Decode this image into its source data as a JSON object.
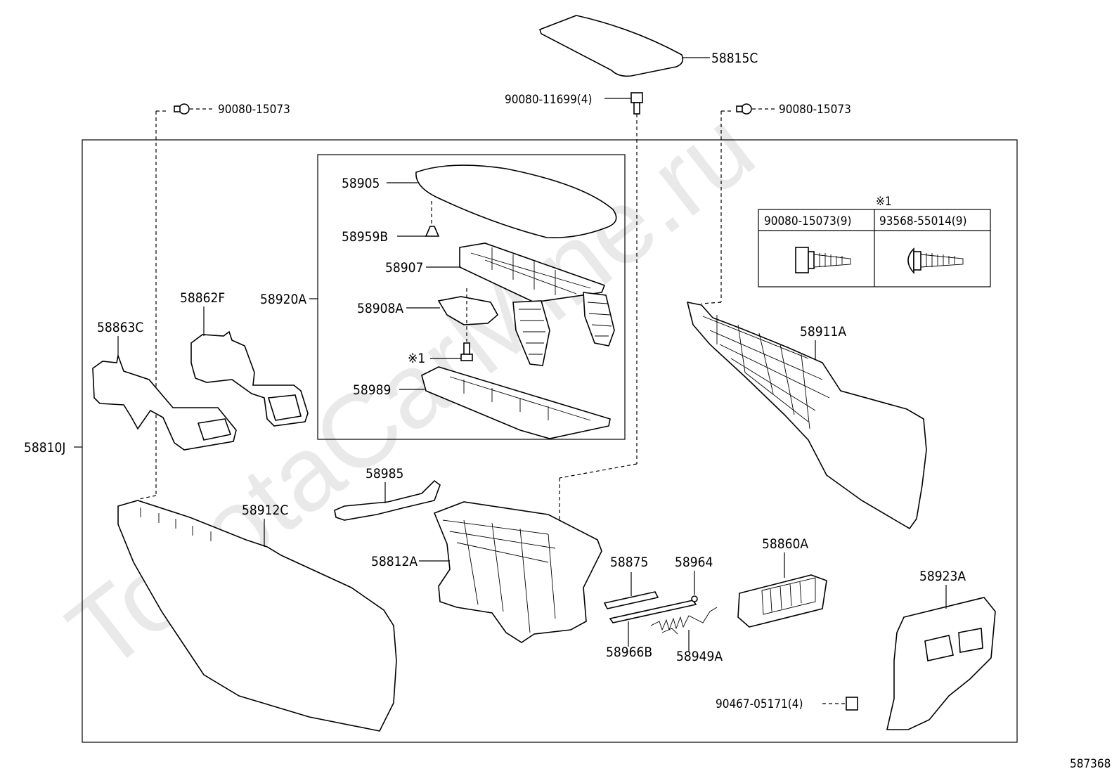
{
  "watermark": "ToyotaCarMine.ru",
  "diagram_id": "587368",
  "labels": {
    "p58815C": "58815C",
    "p90080_11699": "90080-11699(4)",
    "p90080_15073_left": "90080-15073",
    "p90080_15073_right": "90080-15073",
    "p58905": "58905",
    "p58959B": "58959B",
    "p58907": "58907",
    "p58908A": "58908A",
    "p58920A": "58920A",
    "ref1_mark": "※1",
    "p58989": "58989",
    "p58862F": "58862F",
    "p58863C": "58863C",
    "p58810J": "58810J",
    "p58911A": "58911A",
    "p58985": "58985",
    "p58912C": "58912C",
    "p58812A": "58812A",
    "p58875": "58875",
    "p58964": "58964",
    "p58860A": "58860A",
    "p58923A": "58923A",
    "p58966B": "58966B",
    "p58949A": "58949A",
    "p90467_05171": "90467-05171(4)"
  },
  "ref_table": {
    "title": "※1",
    "columns": [
      "90080-15073(9)",
      "93568-55014(9)"
    ]
  }
}
